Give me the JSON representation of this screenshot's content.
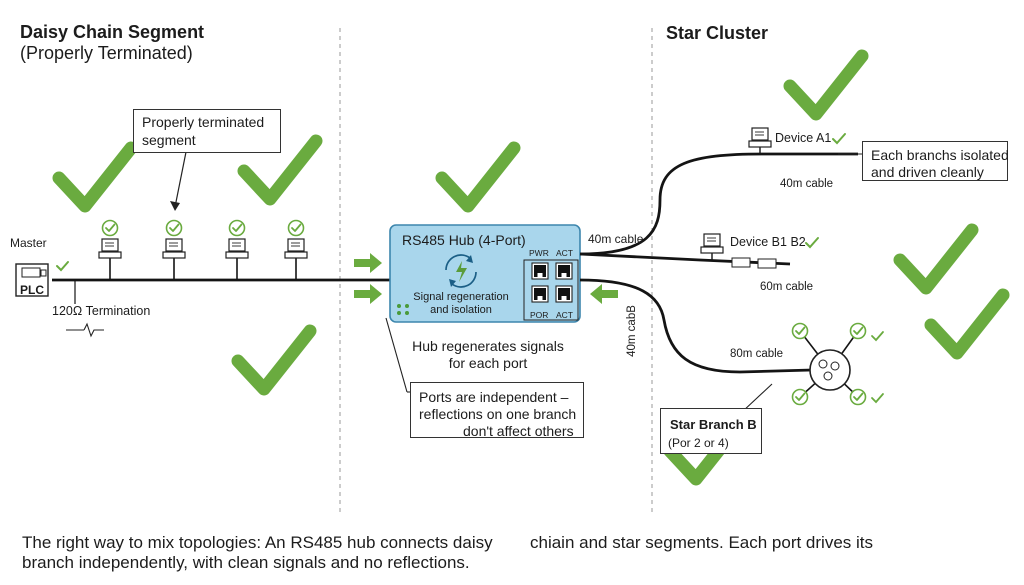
{
  "sections": {
    "daisy_title": "Daisy Chain Segment",
    "daisy_subtitle": "(Properly Terminated)",
    "star_title": "Star Cluster"
  },
  "daisy": {
    "master_label": "Master",
    "plc_label": "PLC",
    "termination_label": "120Ω Termination",
    "callout": "Properly terminated segment"
  },
  "hub": {
    "title": "RS485 Hub (4-Port)",
    "desc_line1": "Signal regeneration",
    "desc_line2": "and isolation",
    "pwr": "PWR",
    "act_top": "ACT",
    "por": "POR",
    "act_bottom": "ACT",
    "note_line1": "Hub regenerates signals",
    "note_line2": "for each port",
    "ports_note_line1": "Ports are independent –",
    "ports_note_line2": "reflections on one branch",
    "ports_note_line3": "don't affect others"
  },
  "star": {
    "device_a1": "Device A1",
    "device_b1b2": "Device B1 B2",
    "isolated_line1": "Each branchs isolated",
    "isolated_line2": "and driven cleanly",
    "cable_40_top": "40m cable",
    "cable_40_right": "40m cable",
    "cable_60": "60m cable",
    "cable_40_vertical": "40m cabB",
    "cable_80": "80m cable",
    "branch_title": "Star Branch B",
    "branch_sub": "(Por 2 or 4)"
  },
  "caption": {
    "line1_left": "The right way to mix topologies: An RS485 hub connects daisy",
    "line1_right": "chiain and star segments. Each port drives its",
    "line2": "branch independently, with clean signals and no reflections."
  },
  "colors": {
    "check": "#6aab3f",
    "hub_fill": "#a9d6ec",
    "hub_stroke": "#3d86ad",
    "cable": "#141414"
  }
}
